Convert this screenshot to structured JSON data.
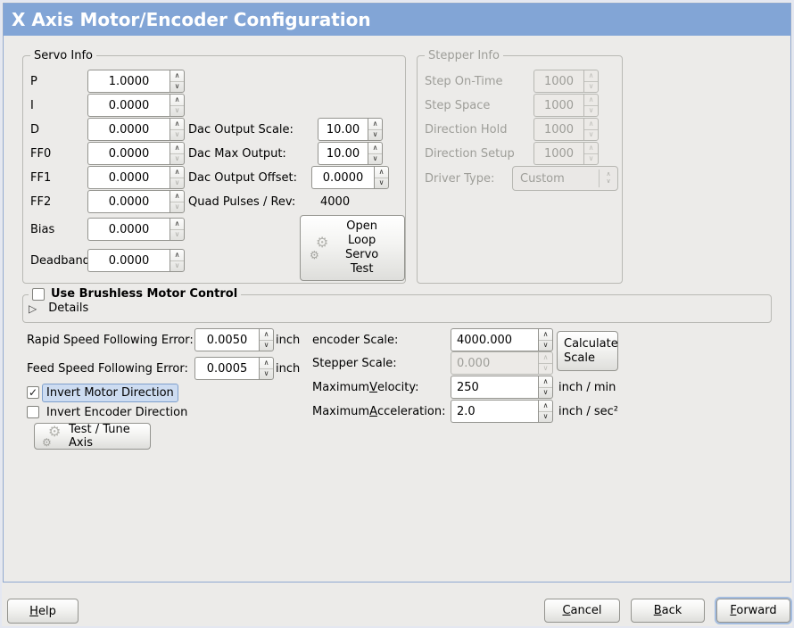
{
  "colors": {
    "titlebar": "#82a5d6",
    "panel_border": "#8fa8d2",
    "background": "#ecebe9",
    "highlight_bg": "#cddcf1",
    "highlight_border": "#7e9fcc"
  },
  "icons": {
    "gear": "⚙",
    "spin_up": "∧",
    "spin_down": "∨",
    "checkmark": "✓",
    "expander_arrow": "▷"
  },
  "window": {
    "title": "X Axis Motor/Encoder Configuration"
  },
  "servo_info": {
    "title": "Servo Info",
    "pid_rows": [
      {
        "label": "P",
        "value": "1.0000"
      },
      {
        "label": "I",
        "value": "0.0000"
      },
      {
        "label": "D",
        "value": "0.0000"
      },
      {
        "label": "FF0",
        "value": "0.0000"
      },
      {
        "label": "FF1",
        "value": "0.0000"
      },
      {
        "label": "FF2",
        "value": "0.0000"
      },
      {
        "label": "Bias",
        "value": "0.0000"
      },
      {
        "label": "Deadband",
        "value": "0.0000"
      }
    ],
    "dac_rows": [
      {
        "label": "Dac Output Scale:",
        "value": "10.00"
      },
      {
        "label": "Dac Max Output:",
        "value": "10.00"
      },
      {
        "label": "Dac Output Offset:",
        "value": "0.0000"
      }
    ],
    "quad": {
      "label": "Quad Pulses / Rev:",
      "value": "4000"
    },
    "open_loop_lines": [
      "Open",
      "Loop",
      "Servo",
      "Test"
    ]
  },
  "stepper_info": {
    "title": "Stepper Info",
    "rows": [
      {
        "label": "Step On-Time",
        "value": "1000"
      },
      {
        "label": "Step Space",
        "value": "1000"
      },
      {
        "label": "Direction Hold",
        "value": "1000"
      },
      {
        "label": "Direction Setup",
        "value": "1000"
      }
    ],
    "driver": {
      "label": "Driver Type:",
      "value": "Custom"
    }
  },
  "brushless": {
    "title": "Use Brushless Motor Control",
    "details": "Details"
  },
  "following_errors": [
    {
      "label": "Rapid Speed Following Error:",
      "value": "0.0050",
      "unit": "inch"
    },
    {
      "label": "Feed Speed Following Error:",
      "value": "0.0005",
      "unit": "inch"
    }
  ],
  "scales": {
    "encoder": {
      "label": "encoder Scale:",
      "value": "4000.000"
    },
    "stepper": {
      "label": "Stepper Scale:",
      "value": "0.000"
    },
    "calculate_lines": [
      "Calculate",
      "Scale"
    ],
    "velocity": {
      "label_pre": "Maximum ",
      "label_key": "V",
      "label_post": "elocity:",
      "value": "250",
      "unit": "inch / min"
    },
    "acceleration": {
      "label_pre": "Maximum ",
      "label_key": "A",
      "label_post": "cceleration:",
      "value": "2.0",
      "unit": "inch / sec²"
    }
  },
  "inverts": {
    "motor": {
      "label": "Invert Motor Direction",
      "checked": true
    },
    "encoder": {
      "label": "Invert Encoder Direction",
      "checked": false
    }
  },
  "test_tune": {
    "label": "Test / Tune Axis"
  },
  "footer": {
    "help": {
      "key": "H",
      "post": "elp"
    },
    "cancel": {
      "key": "C",
      "post": "ancel"
    },
    "back": {
      "key": "B",
      "post": "ack"
    },
    "forward": {
      "key": "F",
      "post": "orward"
    }
  }
}
